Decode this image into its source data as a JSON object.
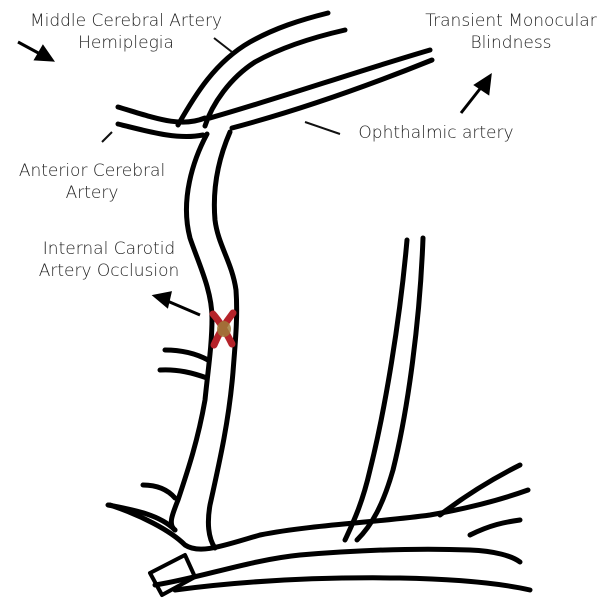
{
  "labels": {
    "mca": {
      "line1": "Middle Cerebral Artery",
      "line2": "Hemiplegia"
    },
    "tmb": {
      "line1": "Transient Monocular",
      "line2": "Blindness"
    },
    "ophthalmic": {
      "line1": "Ophthalmic artery"
    },
    "aca": {
      "line1": "Anterior Cerebral",
      "line2": "Artery"
    },
    "ica": {
      "line1": "Internal Carotid",
      "line2": "Artery Occlusion"
    }
  },
  "colors": {
    "vessel": "#000000",
    "label_text": "#222222",
    "occlusion_outline": "#b5232a",
    "occlusion_fill": "#a07a3a"
  },
  "icons": {
    "occlusion": "occlusion-x-mark",
    "arrows": [
      "arrow-down-right-icon",
      "arrow-up-right-icon",
      "arrow-up-left-icon"
    ]
  }
}
